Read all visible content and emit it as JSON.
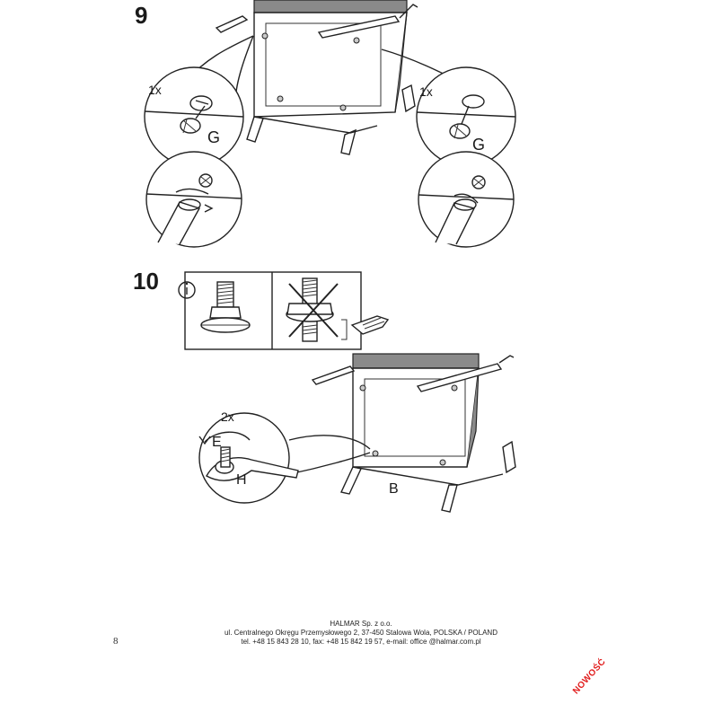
{
  "steps": {
    "step9": {
      "number": "9",
      "left_qty": "1x",
      "right_qty": "1x",
      "left_part": "G",
      "right_part": "G"
    },
    "step10": {
      "number": "10",
      "info_icon": "info-icon",
      "qty": "2x",
      "part_e": "E",
      "part_h": "H",
      "part_b": "B"
    }
  },
  "footer": {
    "company": "HALMAR Sp. z o.o.",
    "address": "ul. Centralnego Okręgu Przemysłowego 2, 37-450 Stalowa Wola, POLSKA / POLAND",
    "contact": "tel. +48 15 843 28 10, fax: +48 15 842 19 57, e-mail: office @halmar.com.pl"
  },
  "page_number": "8",
  "stamp": "NOWOŚĆ",
  "colors": {
    "stamp": "#e11d1d",
    "line": "#222222",
    "fabric": "#8a8a8a"
  }
}
